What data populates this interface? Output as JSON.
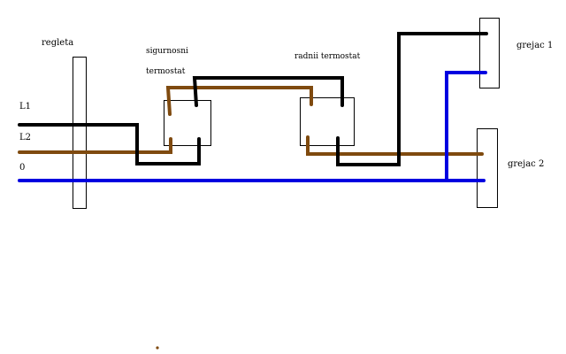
{
  "labels": {
    "regleta": "regleta",
    "L1": "L1",
    "L2": "L2",
    "neutral": "0",
    "safety_thermostat_line1": "sigurnosni",
    "safety_thermostat_line2": "termostat",
    "working_thermostat": "radnii termostat",
    "heater1": "grejac 1",
    "heater2": "grejac 2"
  },
  "colors": {
    "L1": "#000000",
    "L2": "#7f4a0f",
    "neutral": "#0000e0"
  }
}
